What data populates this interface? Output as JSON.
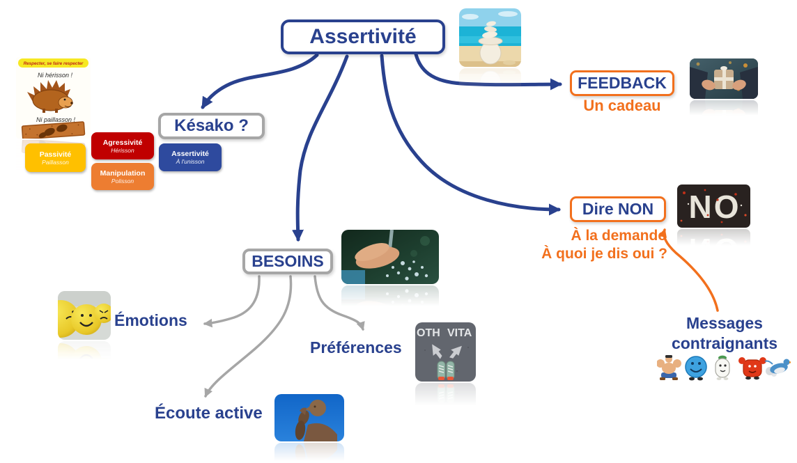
{
  "palette": {
    "node_text_blue": "#29418e",
    "accent_orange": "#f2701d",
    "connector_gray": "#a6a6a6",
    "box_yellow": "#ffc000",
    "box_red": "#c00000",
    "box_orange": "#ed7d31",
    "box_blue": "#2e4a9e"
  },
  "root": {
    "label": "Assertivité"
  },
  "kesako": {
    "label": "Késako ?",
    "drawing": {
      "banner": "Respecter, se faire respecter",
      "ni_herisson": "Ni hérisson !",
      "ni_paillasson": "Ni paillasson !"
    },
    "boxes": [
      {
        "title": "Passivité",
        "subtitle": "Paillasson",
        "color": "#ffc000"
      },
      {
        "title": "Agressivité",
        "subtitle": "Hérisson",
        "color": "#c00000"
      },
      {
        "title": "Manipulation",
        "subtitle": "Polisson",
        "color": "#ed7d31"
      },
      {
        "title": "Assertivité",
        "subtitle": "À l'unisson",
        "color": "#2e4a9e"
      }
    ]
  },
  "feedback": {
    "label": "FEEDBACK",
    "subtitle": "Un cadeau"
  },
  "dire_non": {
    "label": "Dire NON",
    "line1": "À la demande",
    "line2": "À quoi je dis oui ?",
    "image_word": "NO"
  },
  "besoins": {
    "label": "BESOINS",
    "emotions": "Émotions",
    "preferences": "Préférences",
    "ecoute": "Écoute active",
    "choice_left": "OTH",
    "choice_right": "VITA"
  },
  "messages": {
    "line1": "Messages",
    "line2": "contraignants"
  },
  "characters": [
    "popeye",
    "blue-round-character",
    "white-character",
    "red-strong-character",
    "roadrunner-bird"
  ]
}
